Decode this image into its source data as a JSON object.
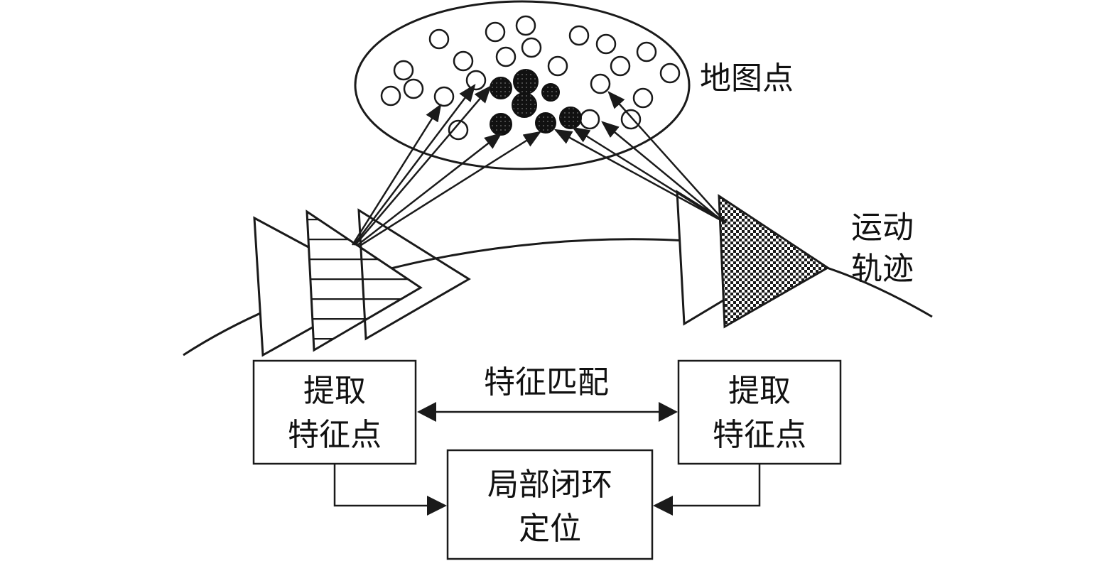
{
  "labels": {
    "map_points": "地图点",
    "trajectory_line1": "运动",
    "trajectory_line2": "轨迹",
    "feature_matching": "特征匹配",
    "extract_left_line1": "提取",
    "extract_left_line2": "特征点",
    "extract_right_line1": "提取",
    "extract_right_line2": "特征点",
    "loop_line1": "局部闭环",
    "loop_line2": "定位"
  },
  "colors": {
    "stroke": "#1a1a1a",
    "fill_dark": "#111111",
    "background": "#ffffff"
  },
  "icons": {
    "hatched_camera": "horizontal-stripes",
    "checker_camera": "checkerboard",
    "matched_point": "filled-circle",
    "map_point": "hollow-circle"
  }
}
